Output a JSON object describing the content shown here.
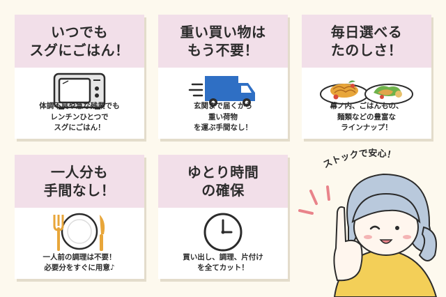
{
  "cards": [
    {
      "title_lines": [
        "いつでも",
        "スグにごはん！"
      ],
      "desc_lines": [
        "体調不良や急な残業でも",
        "レンチンひとつで",
        "スグにごはん！"
      ],
      "icon": "microwave-icon"
    },
    {
      "title_lines": [
        "重い買い物は",
        "もう不要！"
      ],
      "desc_lines": [
        "玄関まで届くから",
        "重い荷物",
        "を運ぶ手間なし！"
      ],
      "icon": "delivery-truck-icon"
    },
    {
      "title_lines": [
        "毎日選べる",
        "たのしさ！"
      ],
      "desc_lines": [
        "幕ノ内、ごはんもの、",
        "麺類などの豊富な",
        "ラインナップ！"
      ],
      "icon": "meal-plates-icon"
    },
    {
      "title_lines": [
        "一人分も",
        "手間なし！"
      ],
      "desc_lines": [
        "一人前の調理は不要！",
        "必要分をすぐに用意♪"
      ],
      "icon": "fork-knife-plate-icon"
    },
    {
      "title_lines": [
        "ゆとり時間",
        "の確保"
      ],
      "desc_lines": [
        "買い出し、調理、片付け",
        "を全てカット！"
      ],
      "icon": "clock-icon"
    }
  ],
  "speech": "ストックで安心！",
  "colors": {
    "background": "#fdf9ee",
    "header": "#f2dfe9",
    "truck": "#2f6fc4",
    "hair": "#b9c9dc",
    "shirt": "#f3cf58",
    "accent_lines": "#e9838a"
  }
}
